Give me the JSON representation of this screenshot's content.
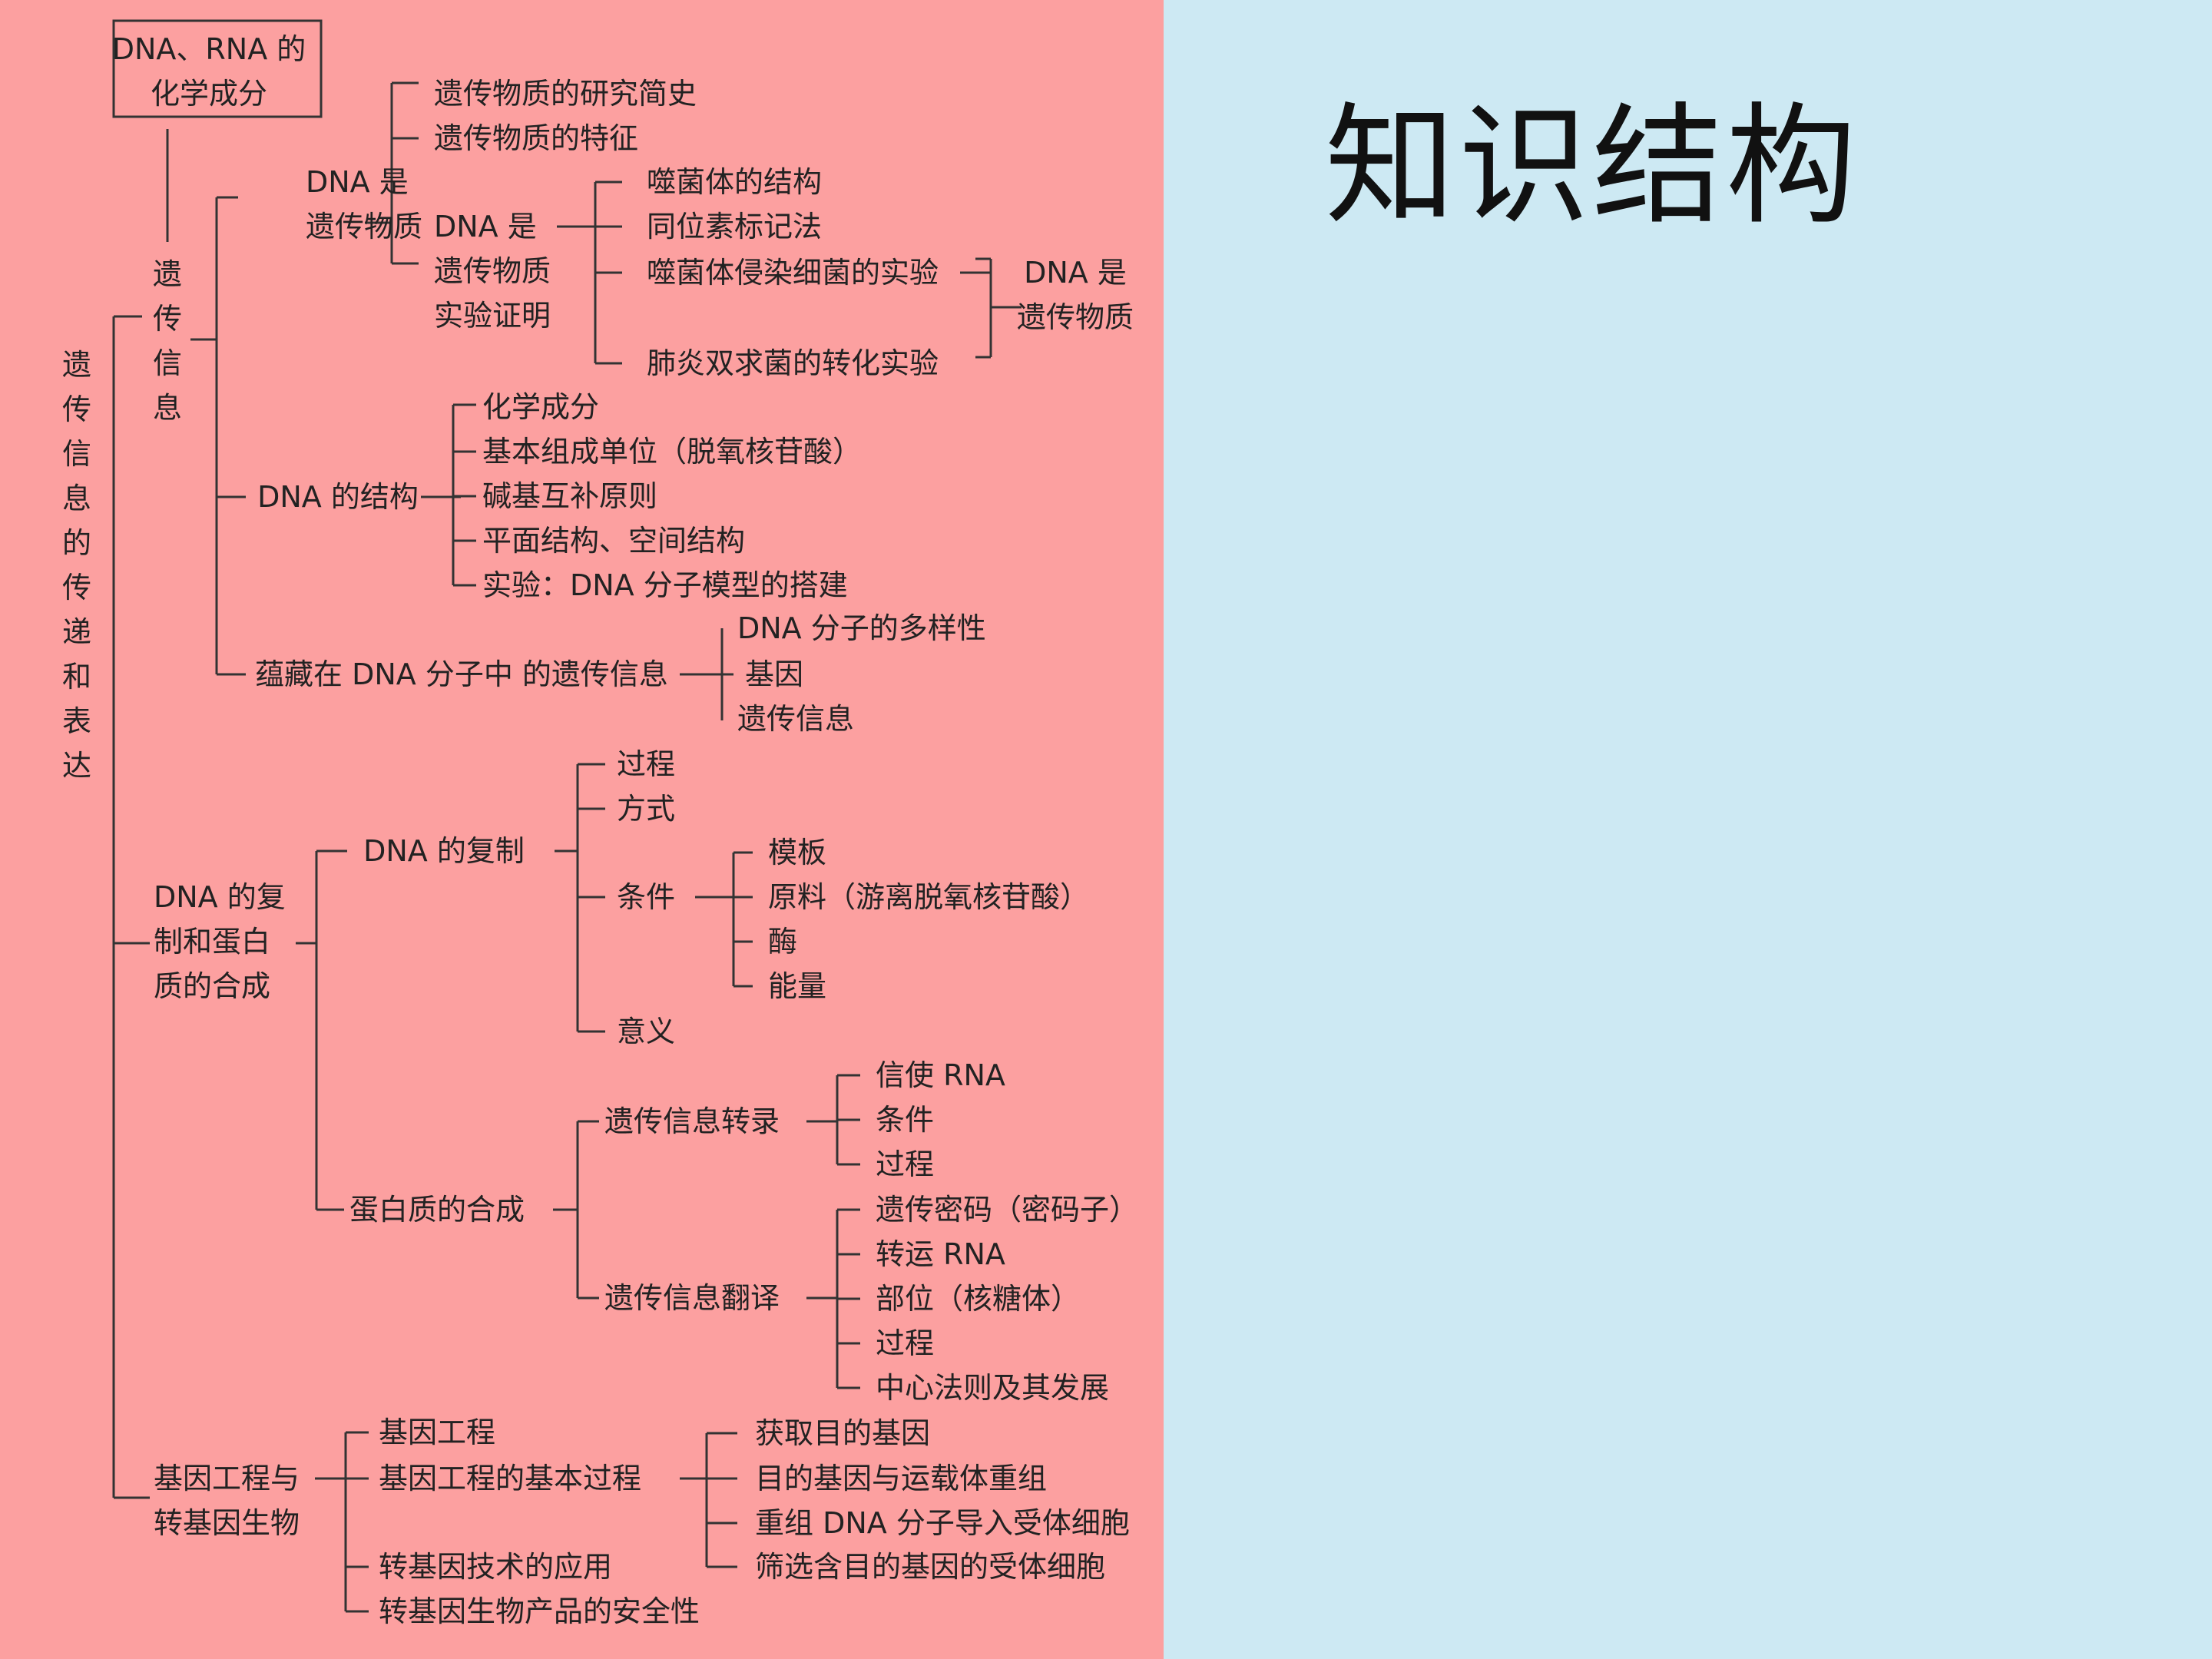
{
  "slide": {
    "title": "知识结构",
    "panel_color": "#fca0a0",
    "background_color": "#cde9f3",
    "line_color": "#333333",
    "text_color": "#222222"
  },
  "diagram": {
    "top_box": "DNA、RNA 的\n化学成分",
    "root": "遗传信息的传递和表达",
    "nodes": {
      "genetic_info": "遗传信息",
      "dna_is_material": "DNA 是\n遗传物质",
      "research_history": "遗传物质的研究简史",
      "material_features": "遗传物质的特征",
      "experimental_proof": "DNA 是\n遗传物质\n实验证明",
      "phage_structure": "噬菌体的结构",
      "isotope_labeling": "同位素标记法",
      "phage_infection": "噬菌体侵染细菌的实验",
      "pneumococcus": "肺炎双求菌的转化实验",
      "conclusion": "DNA 是\n遗传物质",
      "dna_structure": "DNA 的结构",
      "chem_composition": "化学成分",
      "basic_unit": "基本组成单位（脱氧核苷酸）",
      "base_pairing": "碱基互补原则",
      "plane_space": "平面结构、空间结构",
      "model_experiment": "实验：DNA 分子模型的搭建",
      "info_in_dna": "蕴藏在 DNA 分子中 的遗传信息",
      "diversity": "DNA 分子的多样性",
      "gene": "基因",
      "genetic_info_leaf": "遗传信息",
      "replication_synthesis": "DNA 的复\n制和蛋白\n质的合成",
      "dna_replication": "DNA 的复制",
      "process": "过程",
      "mode": "方式",
      "conditions": "条件",
      "template": "模板",
      "raw_material": "原料（游离脱氧核苷酸）",
      "enzyme": "酶",
      "energy": "能量",
      "significance": "意义",
      "protein_synthesis": "蛋白质的合成",
      "transcription": "遗传信息转录",
      "mrna": "信使 RNA",
      "t_conditions": "条件",
      "t_process": "过程",
      "translation": "遗传信息翻译",
      "codon": "遗传密码（密码子）",
      "trna": "转运 RNA",
      "site": "部位（核糖体）",
      "tr_process": "过程",
      "central_dogma": "中心法则及其发展",
      "genetic_engineering": "基因工程与\n转基因生物",
      "gene_eng": "基因工程",
      "ge_basic_process": "基因工程的基本过程",
      "obtain_gene": "获取目的基因",
      "recombine": "目的基因与运载体重组",
      "introduce": "重组 DNA 分子导入受体细胞",
      "screen": "筛选含目的基因的受体细胞",
      "transgenic_app": "转基因技术的应用",
      "transgenic_safety": "转基因生物产品的安全性"
    }
  }
}
